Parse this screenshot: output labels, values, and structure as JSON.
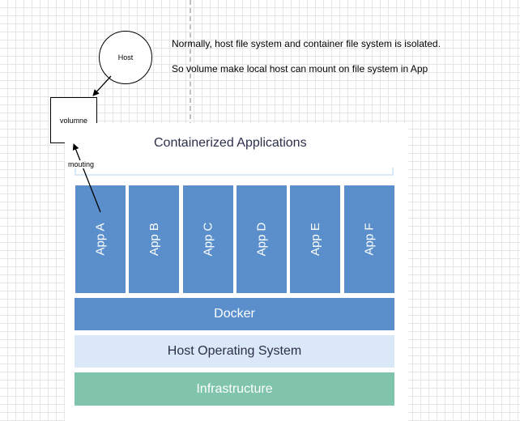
{
  "host": {
    "label": "Host"
  },
  "volume": {
    "label": "volumne"
  },
  "edge_label": "mouting",
  "notes": [
    "Normally, host file system and container file system is isolated.",
    "So volume make local host can mount on file system in App"
  ],
  "stack": {
    "title": "Containerized Applications",
    "apps": [
      "App A",
      "App B",
      "App C",
      "App D",
      "App E",
      "App F"
    ],
    "docker": "Docker",
    "host_os": "Host Operating System",
    "infrastructure": "Infrastructure"
  },
  "colors": {
    "app_blue": "#5a8fcc",
    "host_os_light": "#dbe8f7",
    "infra_green": "#7fc4ab",
    "title_text": "#2b2f4a"
  }
}
